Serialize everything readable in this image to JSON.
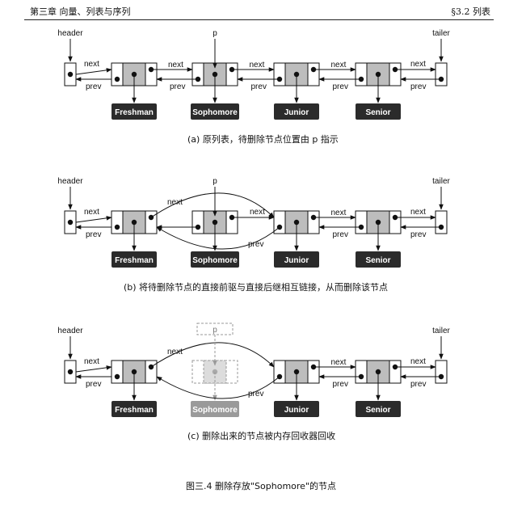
{
  "page_header": {
    "chapter": "第三章 向量、列表与序列",
    "section": "§3.2 列表"
  },
  "labels": {
    "header": "header",
    "tailer": "tailer",
    "p": "p",
    "next": "next",
    "prev": "prev"
  },
  "elements": [
    "Freshman",
    "Sophomore",
    "Junior",
    "Senior"
  ],
  "captions": {
    "a": "(a) 原列表，待删除节点位置由 p 指示",
    "b": "(b) 将待删除节点的直接前驱与直接后继相互链接，从而删除该节点",
    "c": "(c) 删除出来的节点被内存回收器回收"
  },
  "figure_caption": "图三.4    删除存放\"Sophomore\"的节点",
  "colors": {
    "element_box": "#2b2b2b",
    "element_box_removed": "#9a9a9a",
    "node_center": "#bdbdbd",
    "removed_node_center": "#dcdcdc",
    "stroke": "#111111"
  }
}
